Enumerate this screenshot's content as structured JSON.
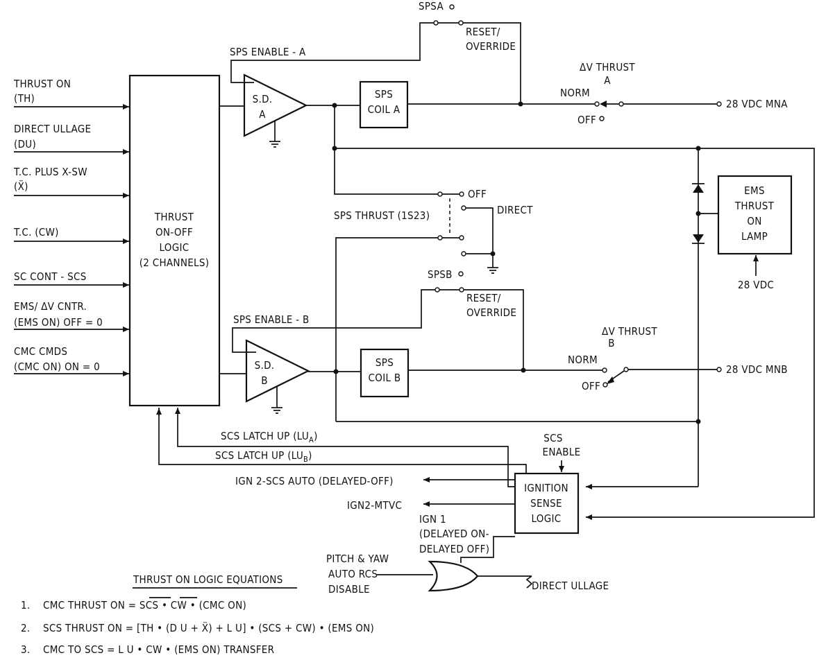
{
  "inputs": [
    {
      "line1": "THRUST ON",
      "line2": "(TH)"
    },
    {
      "line1": "DIRECT ULLAGE",
      "line2": "(DU)"
    },
    {
      "line1": "T.C. PLUS X-SW",
      "line2": "(Ẍ)"
    },
    {
      "line1": "T.C. (CW)",
      "line2": ""
    },
    {
      "line1": "SC CONT - SCS",
      "line2": ""
    },
    {
      "line1": "EMS/ ΔV CNTR.",
      "line2": "(EMS ON) OFF = 0"
    },
    {
      "line1": "CMC CMDS",
      "line2": "(CMC ON) ON = 0"
    }
  ],
  "logic_box": {
    "lines": [
      "THRUST",
      "ON-OFF",
      "LOGIC",
      "(2 CHANNELS)"
    ]
  },
  "sd_a": {
    "l1": "S.D.",
    "l2": "A"
  },
  "sd_b": {
    "l1": "S.D.",
    "l2": "B"
  },
  "coil_a": {
    "l1": "SPS",
    "l2": "COIL A"
  },
  "coil_b": {
    "l1": "SPS",
    "l2": "COIL B"
  },
  "sps_enable_a": "SPS ENABLE - A",
  "sps_enable_b": "SPS ENABLE - B",
  "spsa": "SPSA",
  "spsb": "SPSB",
  "reset_override_a": {
    "l1": "RESET/",
    "l2": "OVERRIDE"
  },
  "reset_override_b": {
    "l1": "RESET/",
    "l2": "OVERRIDE"
  },
  "dv_thrust_a": {
    "l1": "ΔV THRUST",
    "l2": "A"
  },
  "dv_thrust_b": {
    "l1": "ΔV THRUST",
    "l2": "B"
  },
  "norm_a": "NORM",
  "off_a": "OFF",
  "norm_b": "NORM",
  "off_b": "OFF",
  "vdc_mna": "28 VDC MNA",
  "vdc_mnb": "28 VDC MNB",
  "sps_thrust_switch": {
    "label": "SPS THRUST (1S23)",
    "off": "OFF",
    "direct": "DIRECT"
  },
  "ems_lamp": {
    "lines": [
      "EMS",
      "THRUST",
      "ON",
      "LAMP"
    ],
    "supply": "28 VDC"
  },
  "latch_a": {
    "text": "SCS LATCH UP (LU",
    "sub": "A",
    "close": ")"
  },
  "latch_b": {
    "text": "SCS LATCH UP (LU",
    "sub": "B",
    "close": ")"
  },
  "scs_enable": {
    "l1": "SCS",
    "l2": "ENABLE"
  },
  "ignition": {
    "lines": [
      "IGNITION",
      "SENSE",
      "LOGIC"
    ]
  },
  "ign2_scs_auto": "IGN 2-SCS AUTO (DELAYED-OFF)",
  "ign2_mtvc": "IGN2-MTVC",
  "ign1": {
    "lines": [
      "IGN 1",
      "(DELAYED ON-",
      "DELAYED OFF)"
    ]
  },
  "pitch_yaw": {
    "lines": [
      "PITCH & YAW",
      "AUTO RCS",
      "DISABLE"
    ]
  },
  "direct_ullage": "DIRECT ULLAGE",
  "equations": {
    "title": "THRUST ON LOGIC EQUATIONS",
    "items": [
      {
        "num": "1.",
        "text": "CMC THRUST ON = SCS • CW • (CMC ON)"
      },
      {
        "num": "2.",
        "text": "SCS THRUST ON = [TH • (D U + Ẍ) + L U] • (SCS + CW) • (EMS ON)"
      },
      {
        "num": "3.",
        "text": "CMC TO SCS = L U • CW • (EMS ON) TRANSFER"
      }
    ]
  }
}
